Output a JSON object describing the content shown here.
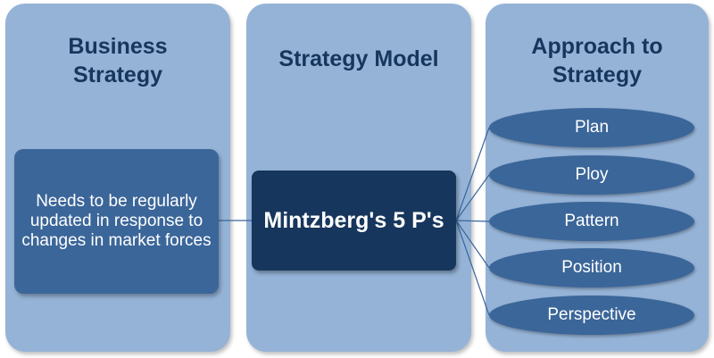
{
  "columns": {
    "left": {
      "title_line1": "Business",
      "title_line2": "Strategy"
    },
    "middle": {
      "title": "Strategy Model"
    },
    "right": {
      "title_line1": "Approach to",
      "title_line2": "Strategy"
    }
  },
  "left_box": {
    "text": "Needs to be regularly updated in response to changes in market forces"
  },
  "center_box": {
    "text": "Mintzberg's 5 P's"
  },
  "approaches": [
    {
      "label": "Plan"
    },
    {
      "label": "Ploy"
    },
    {
      "label": "Pattern"
    },
    {
      "label": "Position"
    },
    {
      "label": "Perspective"
    }
  ],
  "colors": {
    "column_bg": "#95b3d7",
    "title_text": "#17365d",
    "box_medium": "#3b6699",
    "box_dark": "#17365d",
    "connector": "#3b6699"
  }
}
